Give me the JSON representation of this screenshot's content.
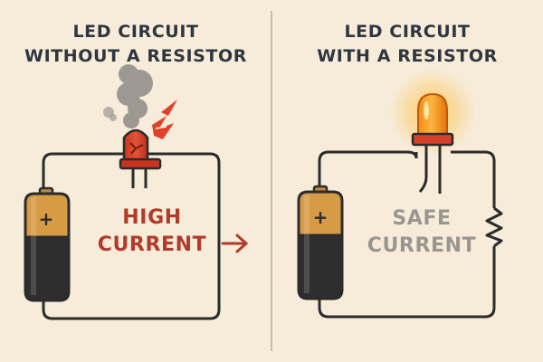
{
  "left_panel": {
    "title_line1": "LED CIRCUIT",
    "title_line2": "WITHOUT A RESISTOR",
    "current_line1": "HIGH",
    "current_line2": "CURRENT",
    "battery_symbol": "+"
  },
  "right_panel": {
    "title_line1": "LED CIRCUIT",
    "title_line2": "WITH A RESISTOR",
    "current_line1": "SAFE",
    "current_line2": "CURRENT",
    "battery_symbol": "+"
  },
  "colors": {
    "background": "#f6ecd9",
    "wire": "#2b2b2b",
    "burnt_led": "#d9402a",
    "glowing_led": "#f6a019",
    "battery_gold": "#d79a45",
    "battery_body": "#2e2e2e",
    "high_current_text": "#b23a2a",
    "safe_current_text": "#9a968f"
  },
  "icons": [
    "smoke-icon",
    "spark-icon",
    "arrow-right-icon",
    "resistor-icon",
    "glow-icon"
  ]
}
